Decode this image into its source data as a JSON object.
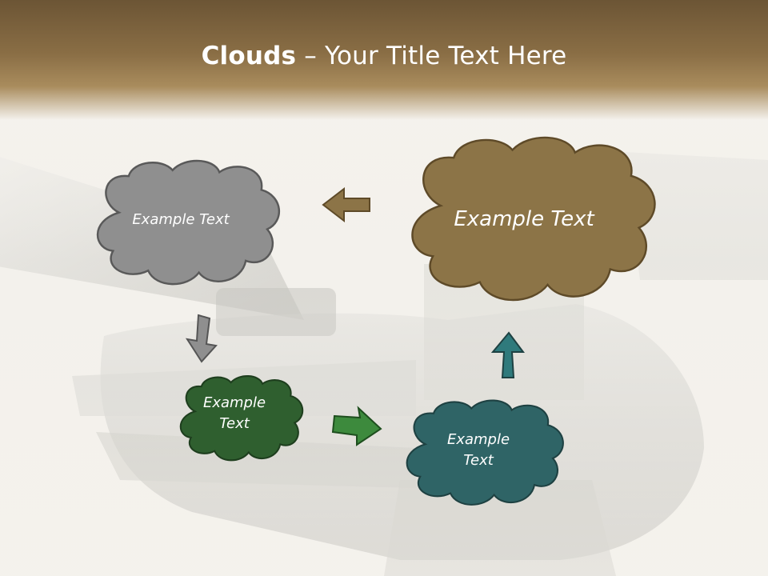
{
  "title": {
    "bold": "Clouds",
    "dash": " – ",
    "rest": "Your Title Text Here"
  },
  "clouds": [
    {
      "text": "Example Text",
      "color": "#8c7447",
      "stroke": "#5e4a28"
    },
    {
      "text": "Example Text",
      "color": "#8f8f8f",
      "stroke": "#595959"
    },
    {
      "text": "Example\nText",
      "color": "#2f5f2f",
      "stroke": "#1e3e1e"
    },
    {
      "text": "Example\nText",
      "color": "#2f6466",
      "stroke": "#1e4142"
    }
  ],
  "arrows": [
    {
      "name": "left-arrow-icon",
      "color": "#8c7447"
    },
    {
      "name": "down-arrow-icon",
      "color": "#8f8f8f"
    },
    {
      "name": "right-arrow-icon",
      "color": "#3d8a3d"
    },
    {
      "name": "up-arrow-icon",
      "color": "#2f7a7c"
    }
  ]
}
